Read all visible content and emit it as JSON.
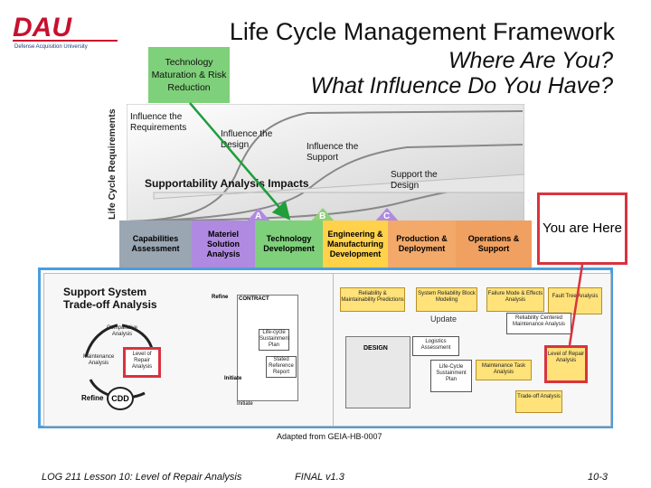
{
  "logo": {
    "text": "DAU",
    "tagline": "Defense Acquisition University"
  },
  "title": "Life Cycle Management Framework",
  "subtitle_line1": "Where Are You?",
  "subtitle_line2": "What Influence Do You Have?",
  "tmrr_label": "Technology Maturation & Risk Reduction",
  "callout": "You are Here",
  "influence": {
    "axis_label": "Life Cycle Requirements",
    "curve_labels": [
      "Influence the Requirements",
      "Influence the Design",
      "Influence the Support",
      "Support the Design"
    ],
    "banner": "Supportability Analysis Impacts"
  },
  "milestones": [
    "A",
    "B",
    "C"
  ],
  "phases": [
    {
      "label": "Capabilities Assessment",
      "color": "#8c9aa8"
    },
    {
      "label": "Materiel Solution Analysis",
      "color": "#b08ae0"
    },
    {
      "label": "Technology Development",
      "color": "#7fd07a"
    },
    {
      "label": "Engineering & Manufacturing Development",
      "color": "#ffd24a"
    },
    {
      "label": "Production & Deployment",
      "color": "#f2a96a"
    },
    {
      "label": "Operations & Support",
      "color": "#f0a060"
    }
  ],
  "lower": {
    "title_line1": "Support System",
    "title_line2": "Trade-off Analysis",
    "cycle_nodes": [
      "Comparative Analysis",
      "Maintenance Analysis",
      "Level of Repair Analysis"
    ],
    "refine_label": "Refine",
    "cdd_label": "CDD",
    "contract_label": "CONTRACT",
    "refine_top": "Refine",
    "initiate_1": "Initiate",
    "initiate_2": "Initiate",
    "doc_labels": [
      "Life-cycle Sustainment Plan",
      "Stated Reference Report"
    ],
    "right_boxes": [
      "Reliability & Maintainability Predictions",
      "System Reliability Block Modeling",
      "Failure Mode & Effects Analysis",
      "Fault Tree Analysis"
    ],
    "update_label": "Update",
    "rcm_label": "Reliability Centered Maintenance Analysis",
    "design_label": "DESIGN",
    "logistics_label": "Logistics Assessment",
    "lcsp_label": "Life-Cycle Sustainment Plan",
    "mta_label": "Maintenance Task Analysis",
    "lora_label": "Level of Repair Analysis",
    "tradeoff_label": "Trade-off Analysis"
  },
  "source": "Adapted from GEIA-HB-0007",
  "footer": {
    "left": "LOG 211 Lesson 10: Level of Repair Analysis",
    "middle": "FINAL v1.3",
    "right": "10-3"
  }
}
